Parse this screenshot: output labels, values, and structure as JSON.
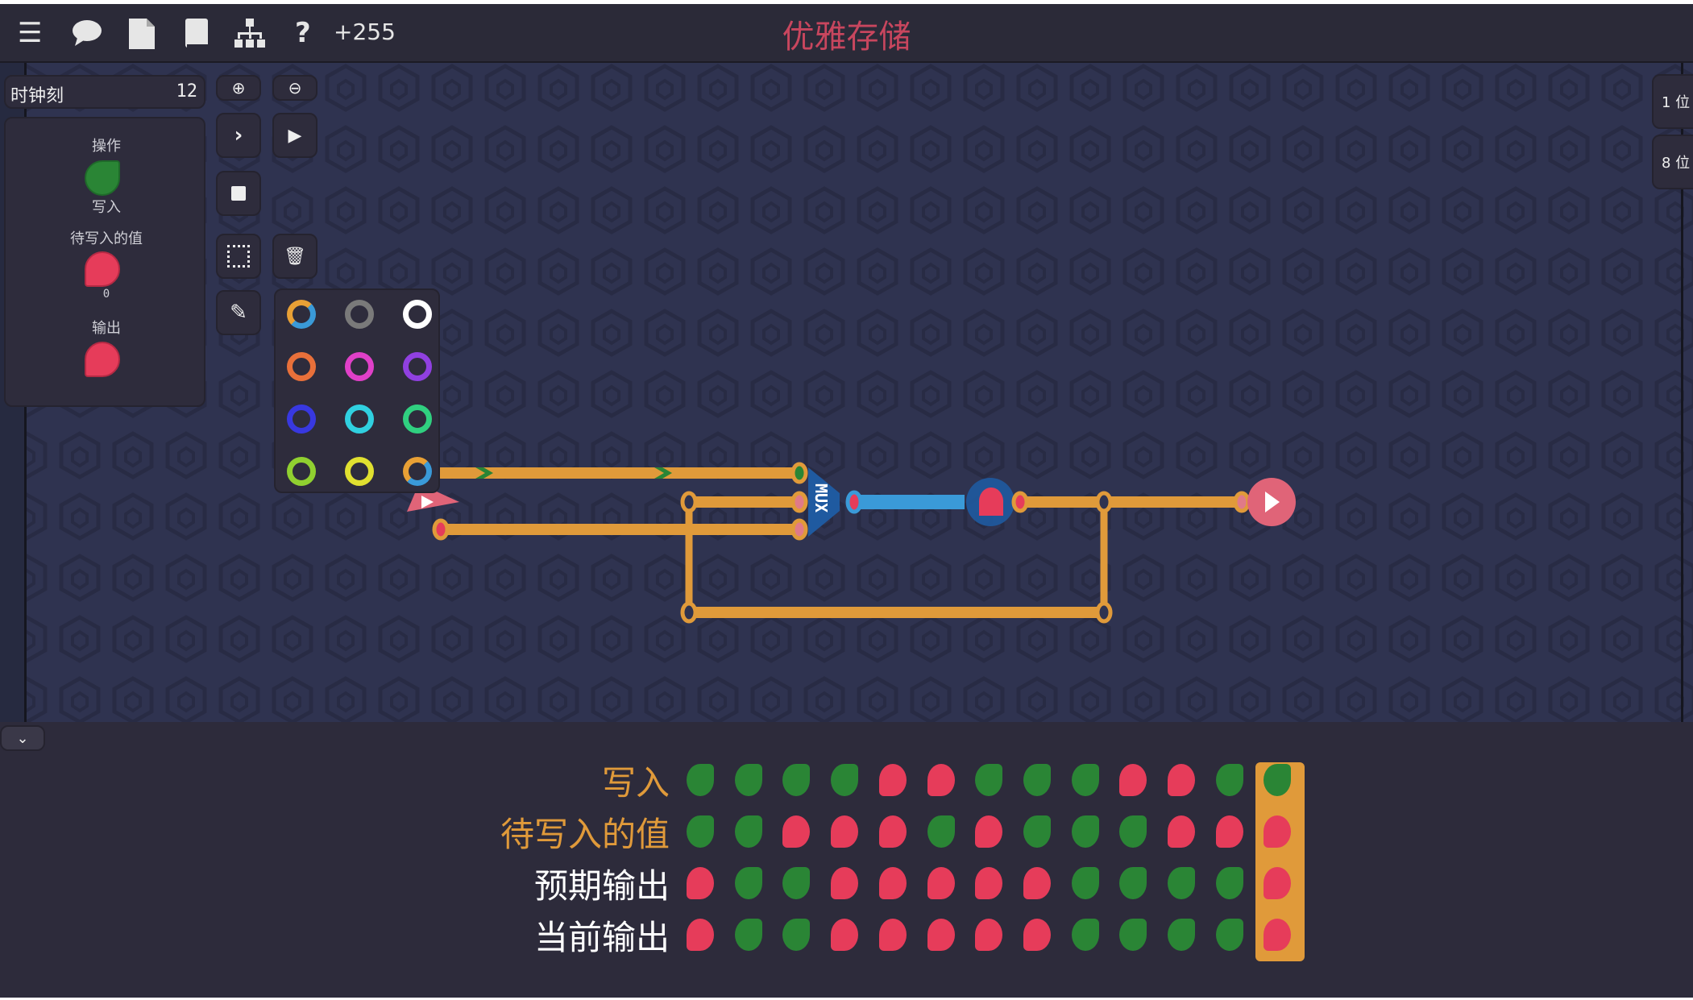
{
  "toolbar": {
    "menu_icon": "menu-icon",
    "chat_icon": "chat-icon",
    "file_icon": "file-icon",
    "book_icon": "book-icon",
    "hierarchy_icon": "hierarchy-icon",
    "help_label": "?",
    "score": "+255"
  },
  "title": "优雅存储",
  "tick": {
    "label": "时钟刻",
    "value": "12"
  },
  "inputs_panel": {
    "op_label": "操作",
    "op_value_label": "写入",
    "op_state": "on",
    "value_label": "待写入的值",
    "value_state": "off",
    "value_text": "0",
    "output_label": "输出",
    "output_state": "off"
  },
  "right_buttons": [
    "1 位",
    "8 位"
  ],
  "circuit": {
    "mux_label": "MUX"
  },
  "palette": [
    [
      "#e8a035/#3a9ad8",
      "#7a7a7a",
      "#ffffff"
    ],
    [
      "#e8703a",
      "#e040c8",
      "#9040e0"
    ],
    [
      "#3838e0",
      "#30d0e0",
      "#30d080"
    ],
    [
      "#90d030",
      "#e0e030",
      "#e8a035/#3a9ad8"
    ]
  ],
  "colors": {
    "on": "#2a8535",
    "off": "#e63c5a",
    "accent": "#e09a3a",
    "title": "#c8465e"
  },
  "timeline": {
    "rows": [
      {
        "label": "写入",
        "color": "#e09a3a",
        "values": [
          1,
          1,
          1,
          1,
          0,
          0,
          1,
          1,
          1,
          0,
          0,
          1,
          1
        ]
      },
      {
        "label": "待写入的值",
        "color": "#e09a3a",
        "values": [
          1,
          1,
          0,
          0,
          0,
          1,
          0,
          1,
          1,
          1,
          0,
          0,
          0
        ]
      },
      {
        "label": "预期输出",
        "color": "#ffffff",
        "values": [
          0,
          1,
          1,
          0,
          0,
          0,
          0,
          0,
          1,
          1,
          1,
          1,
          0
        ]
      },
      {
        "label": "当前输出",
        "color": "#ffffff",
        "values": [
          0,
          1,
          1,
          0,
          0,
          0,
          0,
          0,
          1,
          1,
          1,
          1,
          0
        ]
      }
    ],
    "current_index": 12
  }
}
